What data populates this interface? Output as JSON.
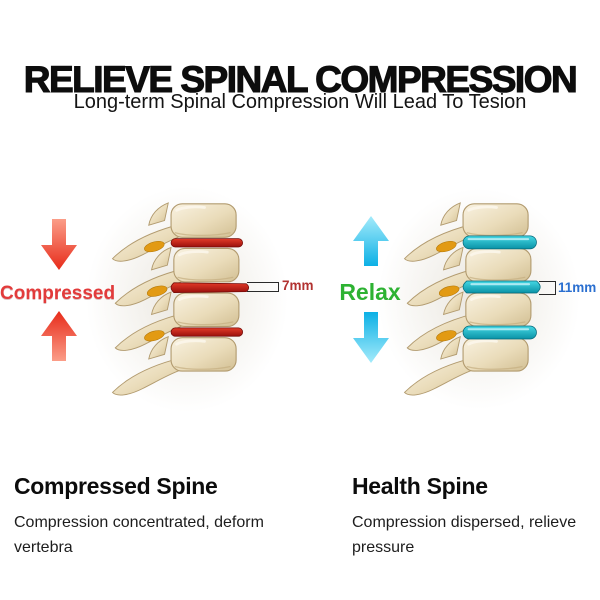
{
  "header": {
    "title": "RELIEVE SPINAL COMPRESSION",
    "subtitle": "Long-term Spinal Compression Will Lead To Tesion"
  },
  "compressed_side": {
    "label": "Compressed",
    "disc_height": "7mm",
    "caption_heading": "Compressed Spine",
    "caption_text": "Compression concentrated, deform vertebra"
  },
  "healthy_side": {
    "label": "Relax",
    "disc_height": "11mm",
    "caption_heading": "Health Spine",
    "caption_text": "Compression dispersed, relieve pressure"
  },
  "colors": {
    "compressed_label": "#e23b3b",
    "relax_label": "#2db232",
    "disc_compressed": "#c01212",
    "disc_healthy": "#12b0c2",
    "arrow_compressed": "#ee3a22",
    "arrow_relax": "#29c0ea",
    "measure_7mm_text": "#b23230",
    "measure_11mm_text": "#2a6fd0",
    "bone": "#e8dcba"
  }
}
